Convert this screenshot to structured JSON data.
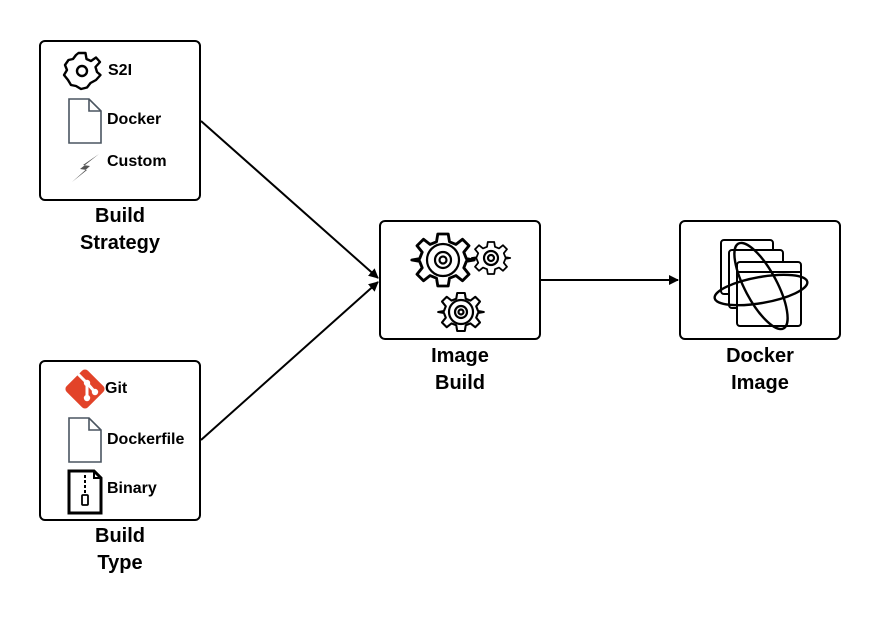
{
  "build_strategy": {
    "caption": [
      "Build",
      "Strategy"
    ],
    "items": [
      {
        "label": "S2I",
        "icon": "gear-icon"
      },
      {
        "label": "Docker",
        "icon": "document-icon"
      },
      {
        "label": "Custom",
        "icon": "lightning-icon"
      }
    ]
  },
  "build_type": {
    "caption": [
      "Build",
      "Type"
    ],
    "items": [
      {
        "label": "Git",
        "icon": "git-icon"
      },
      {
        "label": "Dockerfile",
        "icon": "document-icon"
      },
      {
        "label": "Binary",
        "icon": "zip-file-icon"
      }
    ]
  },
  "image_build": {
    "caption": [
      "Image",
      "Build"
    ],
    "icon": "gears-icon"
  },
  "docker_image": {
    "caption": [
      "Docker",
      "Image"
    ],
    "icon": "container-image-icon"
  },
  "colors": {
    "stroke": "#000000",
    "git": "#e24329",
    "document_stroke": "#4a5560"
  }
}
